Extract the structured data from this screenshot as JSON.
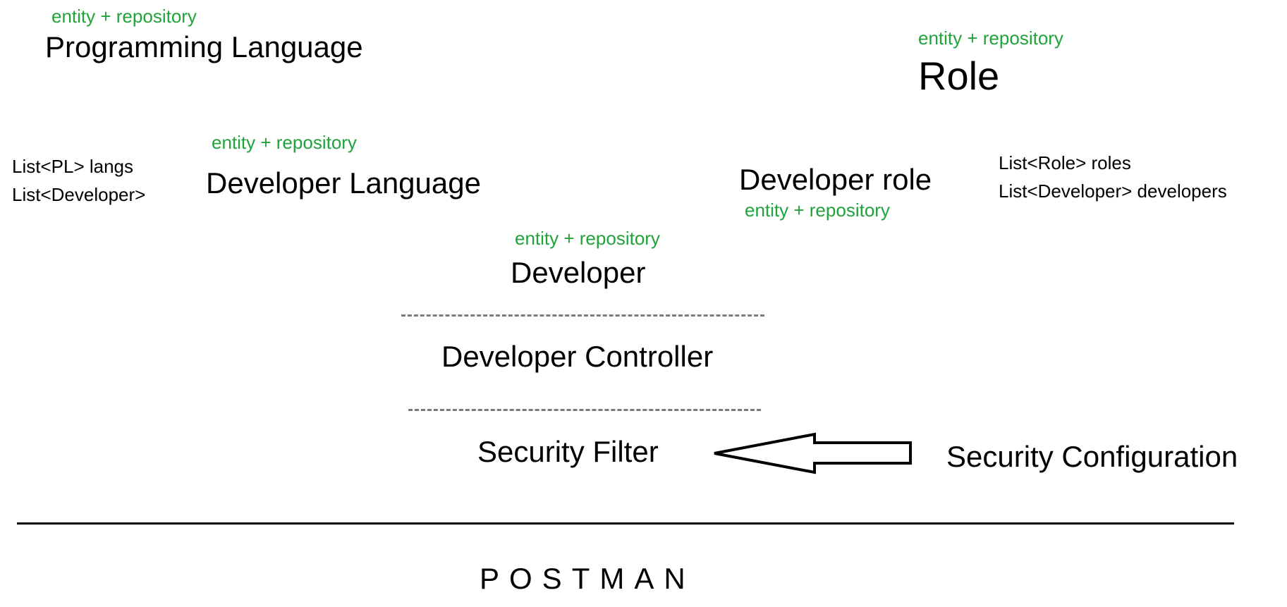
{
  "colors": {
    "annotation": "#21a33b",
    "text": "#000000",
    "dashed_line": "#7a7a7a"
  },
  "nodes": {
    "programming_language": {
      "annotation": "entity + repository",
      "label": "Programming Language"
    },
    "role": {
      "annotation": "entity + repository",
      "label": "Role"
    },
    "developer_language": {
      "annotation": "entity + repository",
      "label": "Developer Language",
      "fields": [
        "List<PL> langs",
        "List<Developer>"
      ]
    },
    "developer_role": {
      "annotation": "entity + repository",
      "label": "Developer role",
      "fields": [
        "List<Role> roles",
        "List<Developer> developers"
      ]
    },
    "developer": {
      "annotation": "entity + repository",
      "label": "Developer"
    },
    "developer_controller": {
      "label": "Developer Controller"
    },
    "security_filter": {
      "label": "Security Filter"
    },
    "security_configuration": {
      "label": "Security Configuration"
    },
    "postman": {
      "label": "POSTMAN"
    }
  },
  "arrow": {
    "icon": "left-arrow-icon",
    "from": "security_configuration",
    "to": "security_filter"
  }
}
